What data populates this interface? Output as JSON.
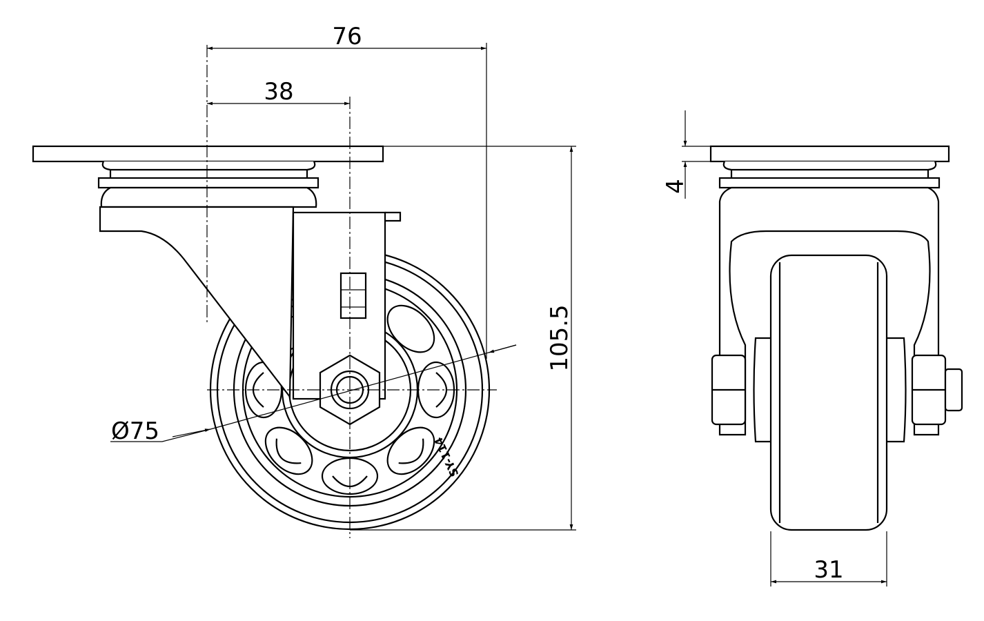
{
  "title": "Swivel caster technical drawing",
  "dimensions": {
    "plate_width": "76",
    "center_offset": "38",
    "overall_height": "105.5",
    "wheel_diameter": "Ø75",
    "plate_thickness": "4",
    "wheel_width": "31"
  },
  "wheel_marking": "SY-114",
  "colors": {
    "line": "#000000",
    "background": "#ffffff"
  }
}
